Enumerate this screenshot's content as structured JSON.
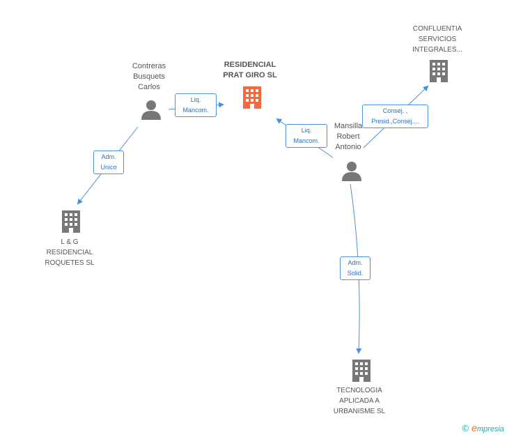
{
  "nodes": {
    "main": {
      "lines": [
        "RESIDENCIAL",
        "PRAT GIRO SL"
      ]
    },
    "contreras": {
      "lines": [
        "Contreras",
        "Busquets",
        "Carlos"
      ]
    },
    "mansilla": {
      "lines": [
        "Mansilla",
        "Robert",
        "Antonio"
      ]
    },
    "confluentia": {
      "lines": [
        "CONFLUENTIA",
        "SERVICIOS",
        "INTEGRALES..."
      ]
    },
    "lg": {
      "lines": [
        "L & G",
        "RESIDENCIAL",
        "ROQUETES SL"
      ]
    },
    "tecnologia": {
      "lines": [
        "TECNOLOGIA",
        "APLICADA A",
        "URBANISME SL"
      ]
    }
  },
  "edges": {
    "contreras_main": [
      "Liq.",
      "Mancom."
    ],
    "contreras_lg": [
      "Adm.",
      "Unico"
    ],
    "mansilla_main": [
      "Liq.",
      "Mancom."
    ],
    "mansilla_confluentia": [
      "Consej. ,",
      "Presid.,Consej...."
    ],
    "mansilla_tecnologia": [
      "Adm.",
      "Solid."
    ]
  },
  "colors": {
    "edge": "#4a90d9",
    "main_company": "#f26a3d",
    "company": "#777777",
    "person": "#777777"
  },
  "footer": {
    "copyright": "©",
    "brand_e": "e",
    "brand_rest": "mpresia"
  }
}
